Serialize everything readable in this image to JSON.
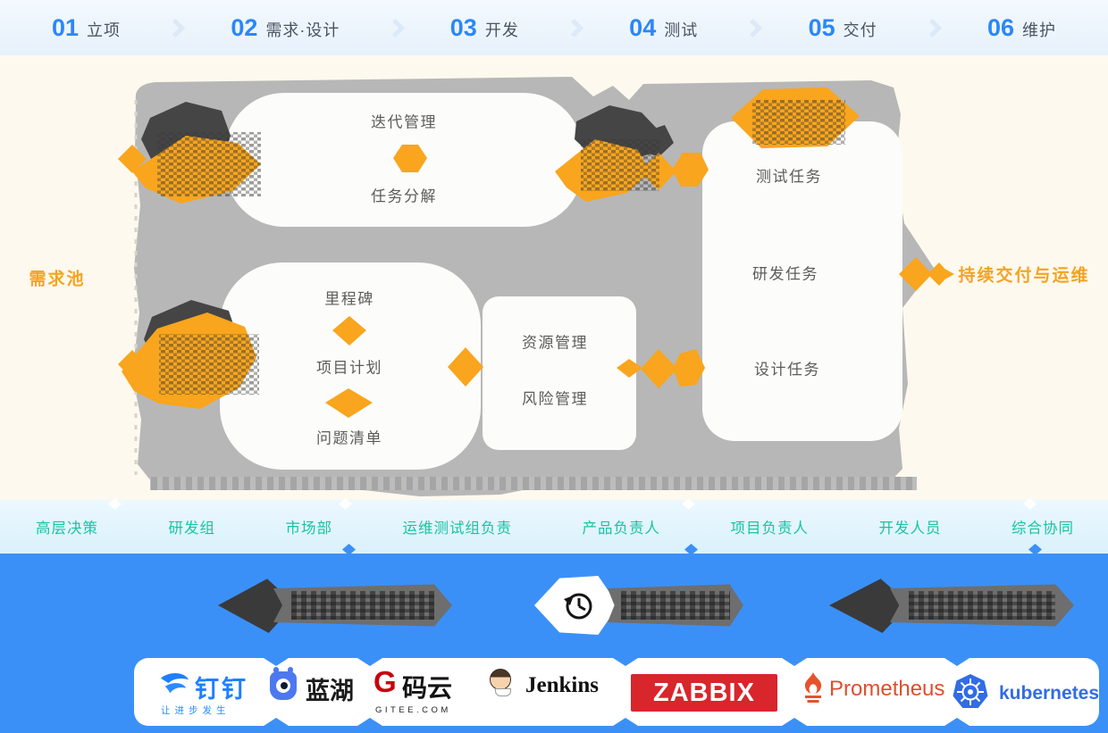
{
  "header": {
    "phases": [
      {
        "num": "01",
        "label": "立项"
      },
      {
        "num": "02",
        "label": "需求·设计"
      },
      {
        "num": "03",
        "label": "开发"
      },
      {
        "num": "04",
        "label": "测试"
      },
      {
        "num": "05",
        "label": "交付"
      },
      {
        "num": "06",
        "label": "维护"
      }
    ]
  },
  "diagram": {
    "requirement_pool": "需求池",
    "continuous_delivery": "持续交付与运维",
    "iteration_management": "迭代管理",
    "task_breakdown": "任务分解",
    "milestone": "里程碑",
    "project_plan": "项目计划",
    "issue_list": "问题清单",
    "resource_management": "资源管理",
    "risk_management": "风险管理",
    "test_task": "测试任务",
    "dev_task": "研发任务",
    "design_task": "设计任务"
  },
  "roles": [
    "高层决策",
    "研发组",
    "市场部",
    "运维测试组负责",
    "产品负责人",
    "项目负责人",
    "开发人员",
    "综合协同"
  ],
  "integrations": {
    "dingtalk": {
      "name": "钉钉",
      "tagline": "让进步发生"
    },
    "lanhu": {
      "name": "蓝湖"
    },
    "gitee": {
      "g": "G",
      "name": "码云",
      "sub": "GITEE.COM"
    },
    "jenkins": {
      "name": "Jenkins"
    },
    "zabbix": {
      "name": "ZABBIX"
    },
    "prometheus": {
      "name": "Prometheus"
    },
    "kubernetes": {
      "name": "kubernetes"
    }
  },
  "colors": {
    "accent_blue": "#2b87f9",
    "accent_orange": "#f9a51d",
    "role_teal": "#17c4a3",
    "band_blue": "#3b90f7",
    "blob_gray": "#b7b7b7",
    "dark_gray": "#454545",
    "cream": "#fdf9ee",
    "dingtalk_blue": "#1f7fff",
    "gitee_red": "#c7000b",
    "zabbix_red": "#d9252c",
    "prometheus_orange": "#e6522c",
    "kubernetes_blue": "#326ce5"
  }
}
